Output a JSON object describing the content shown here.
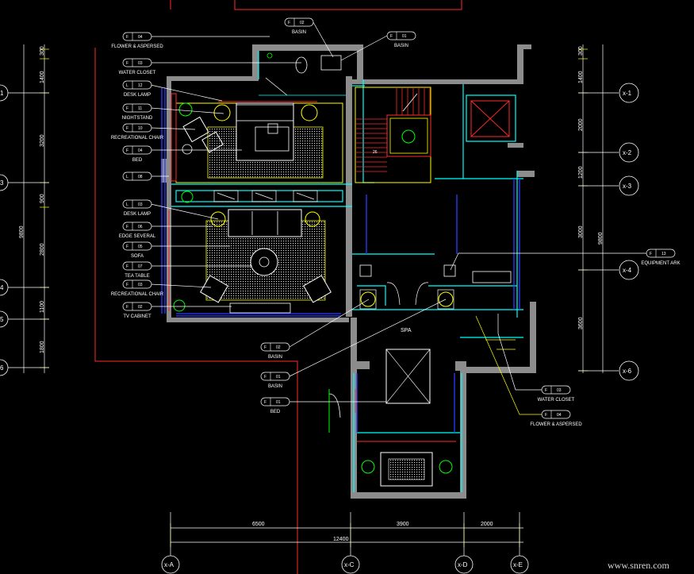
{
  "left_tags": [
    {
      "cat": "F",
      "num": "04",
      "name": "FLOWER & ASPERSED"
    },
    {
      "cat": "F",
      "num": "03",
      "name": "WATER CLOSET"
    },
    {
      "cat": "L",
      "num": "12",
      "name": "DESK LAMP"
    },
    {
      "cat": "F",
      "num": "11",
      "name": "NIGHTSTAND"
    },
    {
      "cat": "F",
      "num": "10",
      "name": "RECREATIONAL CHAIR"
    },
    {
      "cat": "F",
      "num": "04",
      "name": "BED"
    },
    {
      "cat": "L",
      "num": "08",
      "name": ""
    },
    {
      "cat": "L",
      "num": "03",
      "name": "DESK LAMP"
    },
    {
      "cat": "F",
      "num": "06",
      "name": "EDGE SEVERAL"
    },
    {
      "cat": "F",
      "num": "05",
      "name": "SOFA"
    },
    {
      "cat": "F",
      "num": "07",
      "name": "TEA TABLE"
    },
    {
      "cat": "F",
      "num": "03",
      "name": "RECREATIONAL CHAIR"
    },
    {
      "cat": "F",
      "num": "02",
      "name": "TV CABINET"
    }
  ],
  "top_tags": [
    {
      "cat": "F",
      "num": "02",
      "name": "BASIN"
    },
    {
      "cat": "F",
      "num": "01",
      "name": "BASIN"
    }
  ],
  "center_tags": [
    {
      "cat": "F",
      "num": "02",
      "name": "BASIN"
    },
    {
      "cat": "F",
      "num": "01",
      "name": "BASIN"
    },
    {
      "cat": "F",
      "num": "01",
      "name": "BED"
    }
  ],
  "right_tags": [
    {
      "cat": "F",
      "num": "13",
      "name": "EQUIPMENT ARK"
    },
    {
      "cat": "F",
      "num": "03",
      "name": "WATER CLOSET"
    },
    {
      "cat": "F",
      "num": "04",
      "name": "FLOWER & ASPERSED"
    }
  ],
  "left_dims": [
    "300",
    "1400",
    "3200",
    "900",
    "2800",
    "1100",
    "1800"
  ],
  "left_total": "9800",
  "right_dims": [
    "300",
    "1400",
    "2000",
    "1200",
    "3000",
    "3600"
  ],
  "right_total": "9800",
  "bottom_dims": [
    "6500",
    "3900",
    "2000"
  ],
  "bottom_total": "12400",
  "left_axes": [
    "1",
    "3",
    "4",
    "5",
    "6"
  ],
  "right_axes": [
    "x-1",
    "x-2",
    "x-3",
    "x-4",
    "x-6"
  ],
  "bottom_axes": [
    "x-A",
    "x-C",
    "x-D",
    "x-E"
  ],
  "room_labels": [
    "SPA"
  ],
  "stair_number": "26",
  "watermark": "www.snren.com",
  "colors": {
    "wall": "#8c8c8c",
    "yellow": "#ffff00",
    "cyan": "#00ffff",
    "blue": "#2a3cff",
    "red": "#ff2a2a",
    "white": "#ffffff",
    "green": "#00ff00",
    "magenta": "#ff00ff"
  }
}
